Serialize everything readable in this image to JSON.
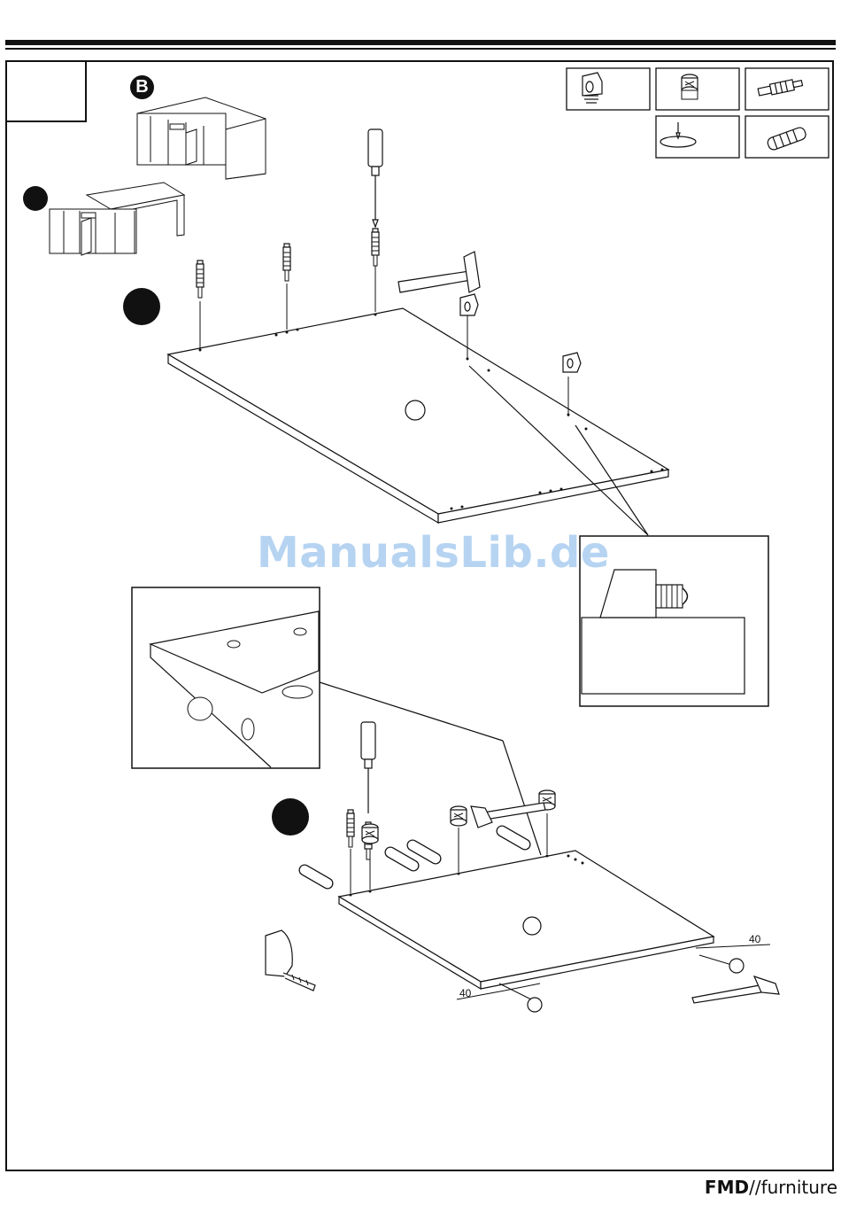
{
  "badge": "B",
  "watermark": "ManualsLib.de",
  "dimensions": {
    "left": "40",
    "right": "40"
  },
  "footer": {
    "brand_bold": "FMD",
    "brand_rest": "//furniture"
  },
  "parts_legend": [
    "cam-connector-icon",
    "cam-lock-icon",
    "connecting-bolt-icon",
    "glide-nail-icon",
    "wooden-dowel-icon"
  ]
}
